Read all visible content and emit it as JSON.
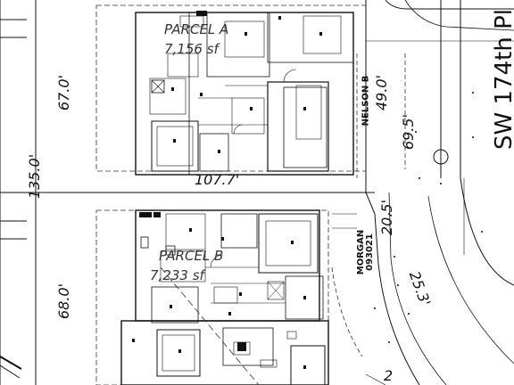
{
  "parcels": {
    "a": {
      "name": "PARCEL A",
      "area": "7,156 sf"
    },
    "b": {
      "name": "PARCEL B",
      "area": "7,233 sf"
    }
  },
  "dimensions": {
    "left_top": "67.0'",
    "left_mid": "135.0'",
    "left_bottom": "68.0'",
    "divider": "107.7'",
    "right_a": "49.0'",
    "right_total": "69.5'",
    "right_b": "20.5'",
    "curve": "25.3'",
    "curve_bottom": "2"
  },
  "labels": {
    "street": "SW 174th Pl",
    "nelson": "NELSON B",
    "morgan": "MORGAN",
    "morgan_code": "093021"
  },
  "colors": {
    "ink": "#111111",
    "paper": "#ffffff"
  }
}
